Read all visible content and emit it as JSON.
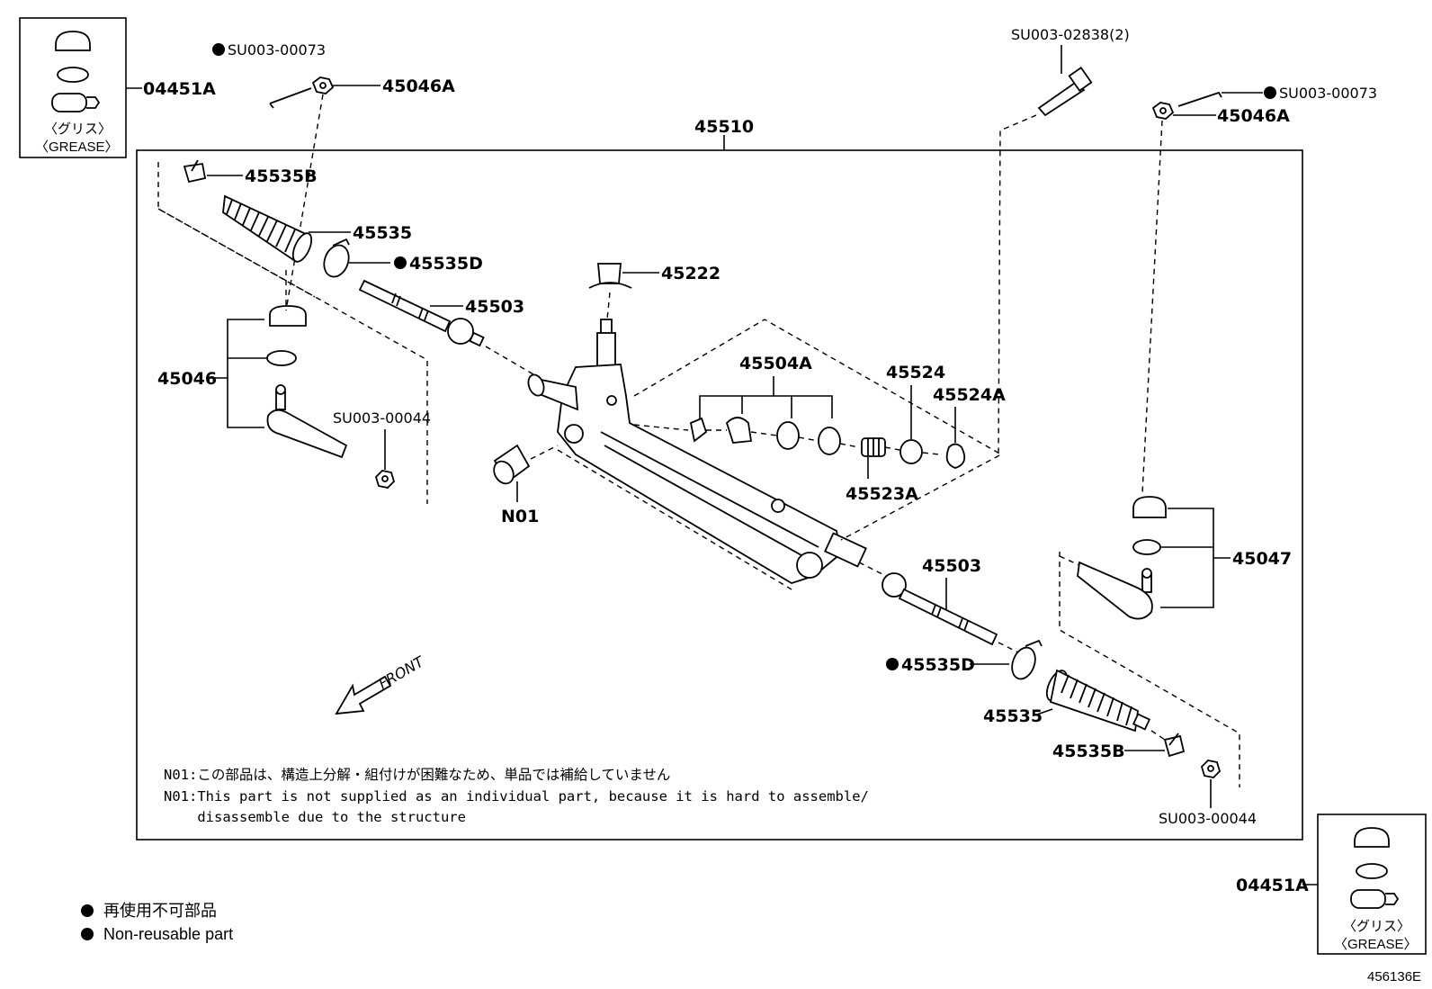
{
  "labels": {
    "main_assembly": "45510",
    "grease_kit_left": "04451A",
    "grease_kit_right": "04451A",
    "grease_jp_left": "〈グリス〉",
    "grease_en_left": "〈GREASE〉",
    "grease_jp_right": "〈グリス〉",
    "grease_en_right": "〈GREASE〉",
    "clip_top_left": "SU003-00073",
    "nut_top_left": "45046A",
    "bolt_top": "SU003-02838(2)",
    "clip_top_right": "SU003-00073",
    "nut_top_right": "45046A",
    "boot_clip_left": "45535B",
    "boot_left": "45535",
    "clamp_left": "45535D",
    "tie_rod_left": "45503",
    "breather": "45222",
    "tie_rod_end_left": "45046",
    "nut_left_end": "SU003-00044",
    "bushing_kit": "45504A",
    "spring": "45524",
    "snap_ring": "45524A",
    "plug": "45523A",
    "bush_n01": "N01",
    "tie_rod_right": "45503",
    "tie_rod_end_right": "45047",
    "clamp_right": "45535D",
    "boot_right": "45535",
    "boot_clip_right": "45535B",
    "nut_right_end": "SU003-00044",
    "front": "FRONT"
  },
  "notes": {
    "line1": "N01:この部品は、構造上分解・組付けが困難なため、単品では補給していません",
    "line2": "N01:This part is not supplied as an individual part, because it is hard to assemble/",
    "line3": "    disassemble due to the structure"
  },
  "legend": {
    "jp": "再使用不可部品",
    "en": "Non-reusable part"
  },
  "figure_id": "456136E"
}
